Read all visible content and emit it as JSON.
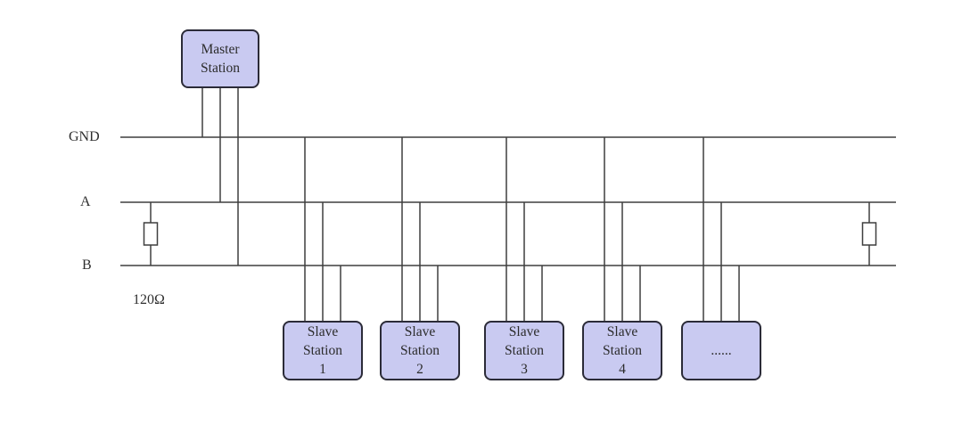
{
  "diagram": {
    "bus_lines": [
      {
        "id": "gnd",
        "label": "GND"
      },
      {
        "id": "a",
        "label": "A"
      },
      {
        "id": "b",
        "label": "B"
      }
    ],
    "terminator_label": "120Ω",
    "master": {
      "lines": [
        "Master",
        "Station"
      ]
    },
    "stations": [
      {
        "name": "slave-station-1",
        "lines": [
          "Slave",
          "Station",
          "1"
        ]
      },
      {
        "name": "slave-station-2",
        "lines": [
          "Slave",
          "Station",
          "2"
        ]
      },
      {
        "name": "slave-station-3",
        "lines": [
          "Slave",
          "Station",
          "3"
        ]
      },
      {
        "name": "slave-station-4",
        "lines": [
          "Slave",
          "Station",
          "4"
        ]
      },
      {
        "name": "more-stations",
        "lines": [
          "......"
        ]
      }
    ],
    "colors": {
      "box_fill": "#c9caf1",
      "box_border": "#2b2b38",
      "wire": "#3f3f3f",
      "background": "#ffffff"
    }
  }
}
